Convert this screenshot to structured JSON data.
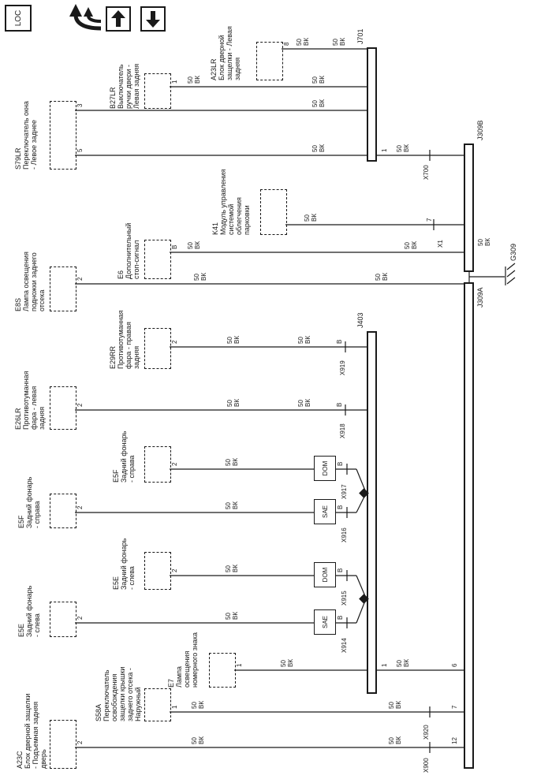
{
  "page": {
    "loc_label": "LOC"
  },
  "wire": {
    "circuit": "50",
    "color": "ВК"
  },
  "pin_letter": "В",
  "junctions": {
    "j701": "J701",
    "j403": "J403",
    "j309a": "J309A",
    "j309b": "J309B",
    "ground": "G309"
  },
  "connectors": {
    "x700": "X700",
    "x900": "X900",
    "x914": "X914",
    "x915": "X915",
    "x916": "X916",
    "x917": "X917",
    "x918": "X918",
    "x919": "X919",
    "x920": "X920",
    "k41_conn": "X1"
  },
  "bus_pins": {
    "j701_out": "1",
    "j403_out": "1",
    "j309a_j403": "6",
    "j309a_s58a": "7",
    "j309a_a23c": "12",
    "k41_pin": "7"
  },
  "options": {
    "dom": "DOM",
    "sae": "SAE"
  },
  "components": {
    "a23c": {
      "id": "A23C",
      "desc": "Блок дверной защелки - Подъемная задняя дверь",
      "pin": "2"
    },
    "s58a": {
      "id": "S58A",
      "desc": "Переключатель освобождения защелки крышки заднего отсека - Наружный",
      "pin": "1"
    },
    "e7": {
      "id": "E7",
      "desc": "Лампа освещения номерного знака",
      "pin": "1"
    },
    "e5e_sae": {
      "id": "E5E",
      "desc": "Задний фонарь - слева",
      "pin": "2"
    },
    "e5e_dom": {
      "id": "E5E",
      "desc": "Задний фонарь - слева",
      "pin": "2"
    },
    "e5f_sae": {
      "id": "E5F",
      "desc": "Задний фонарь - справа",
      "pin": "2"
    },
    "e5f_dom": {
      "id": "E5F",
      "desc": "Задний фонарь - справа",
      "pin": "2"
    },
    "e26lr": {
      "id": "E26LR",
      "desc": "Противотуманная фара - левая задняя",
      "pin": "2"
    },
    "e29rr": {
      "id": "E29RR",
      "desc": "Противотуманная фара - правая задняя",
      "pin": "2"
    },
    "e8s": {
      "id": "E8S",
      "desc": "Лампа освещения подножки заднего отсека",
      "pin": "2"
    },
    "e6": {
      "id": "E6",
      "desc": "Дополнительный стоп-сигнал",
      "pin": "В"
    },
    "k41": {
      "id": "K41",
      "desc": "Модуль управления системой облегчения парковки"
    },
    "s79lr": {
      "id": "S79LR",
      "desc": "Переключатель окна - Левое заднее",
      "pin_a": "3",
      "pin_b": "5"
    },
    "b27lr": {
      "id": "B27LR",
      "desc": "Выключатель ручки двери - Левая задняя",
      "pin": "1"
    },
    "a23lr": {
      "id": "A23LR",
      "desc": "Блок дверной защелки - Левая задняя",
      "pin": "8"
    }
  }
}
